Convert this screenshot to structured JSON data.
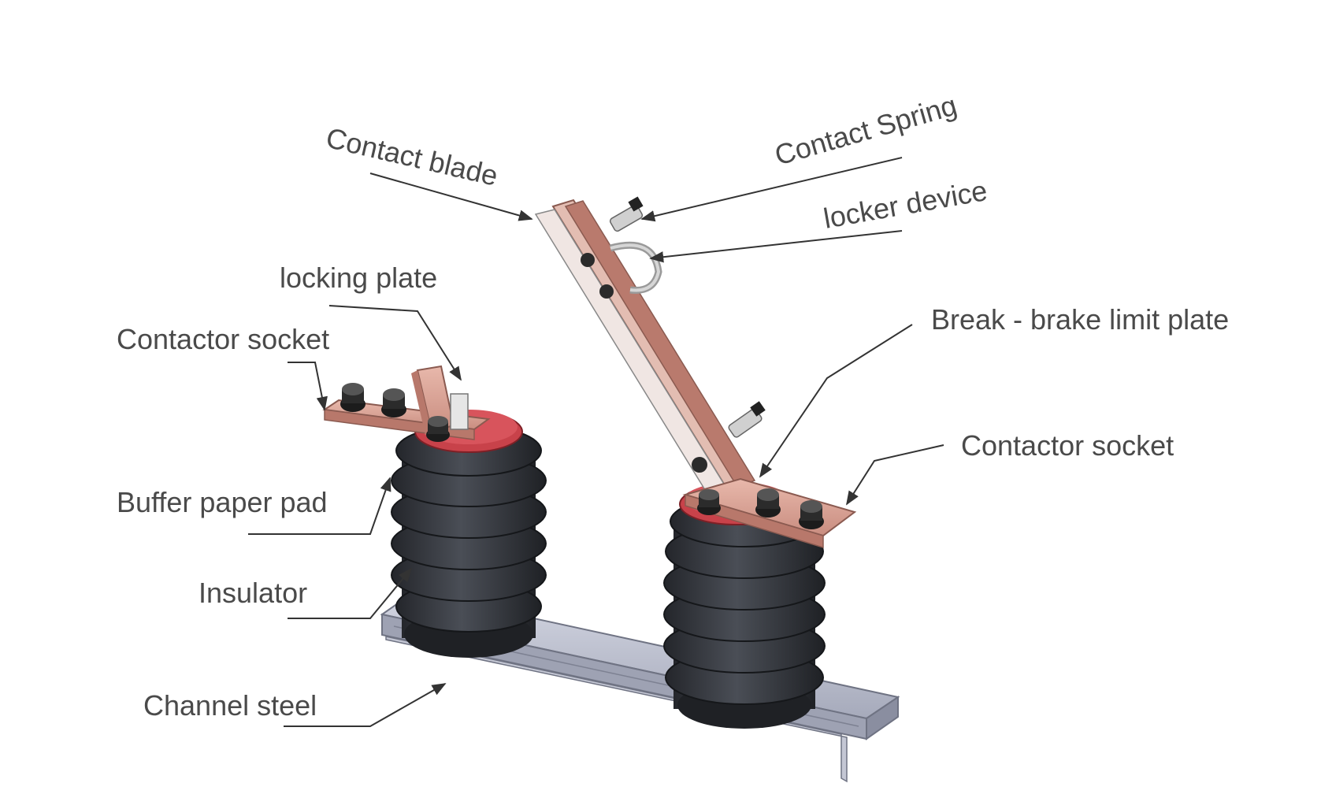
{
  "labels": {
    "contact_blade": "Contact blade",
    "contact_spring": "Contact Spring",
    "locker_device": "locker device",
    "locking_plate": "locking plate",
    "contactor_socket_left": "Contactor socket",
    "break_brake_limit_plate": "Break - brake limit plate",
    "contactor_socket_right": "Contactor socket",
    "buffer_paper_pad": "Buffer paper pad",
    "insulator": "Insulator",
    "channel_steel": "Channel steel"
  },
  "colors": {
    "copper": "#d9a497",
    "copper_dark": "#a46a5e",
    "insulator": "#3a3d43",
    "insulator_rim": "#5a5f68",
    "pad": "#c8424a",
    "steel": "#b8bccb",
    "steel_dark": "#8f93a3",
    "leader": "#333333",
    "label_text": "#4a4a4a"
  }
}
